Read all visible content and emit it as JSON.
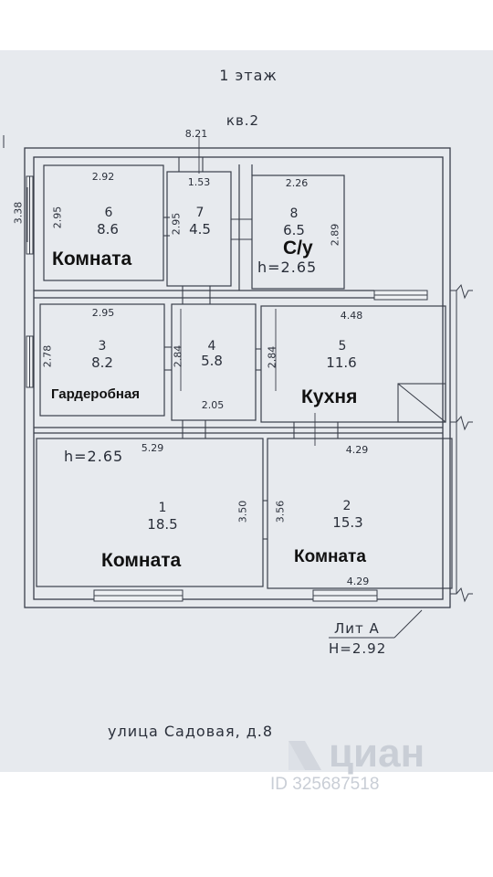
{
  "plan": {
    "floor_title": "1 этаж",
    "apartment": "кв.2",
    "overall_width": "8.21",
    "overall_depth": "3.38",
    "liter": "Лит А",
    "building_height": "H=2.92",
    "address": "улица Садовая, д.8"
  },
  "rooms": [
    {
      "num": "6",
      "area": "8.6",
      "label": "Комната",
      "width": "2.92",
      "depth": "2.95",
      "height": ""
    },
    {
      "num": "7",
      "area": "4.5",
      "label": "",
      "width": "1.53",
      "depth": "2.95",
      "height": ""
    },
    {
      "num": "8",
      "area": "6.5",
      "label": "С/у",
      "width": "2.26",
      "depth": "2.89",
      "height": "h=2.65"
    },
    {
      "num": "3",
      "area": "8.2",
      "label": "Гардеробная",
      "width": "2.95",
      "depth": "2.78",
      "height": ""
    },
    {
      "num": "4",
      "area": "5.8",
      "label": "",
      "width": "2.05",
      "depth": "2.84",
      "height": ""
    },
    {
      "num": "5",
      "area": "11.6",
      "label": "Кухня",
      "width": "4.48",
      "depth": "2.84",
      "height": ""
    },
    {
      "num": "1",
      "area": "18.5",
      "label": "Комната",
      "width": "5.29",
      "depth": "3.50",
      "height": "h=2.65"
    },
    {
      "num": "2",
      "area": "15.3",
      "label": "Комната",
      "width": "4.29",
      "depth": "3.56",
      "height": "",
      "width_bottom": "4.29"
    }
  ],
  "watermark": {
    "brand": "циан",
    "id_text": "ID 325687518"
  }
}
